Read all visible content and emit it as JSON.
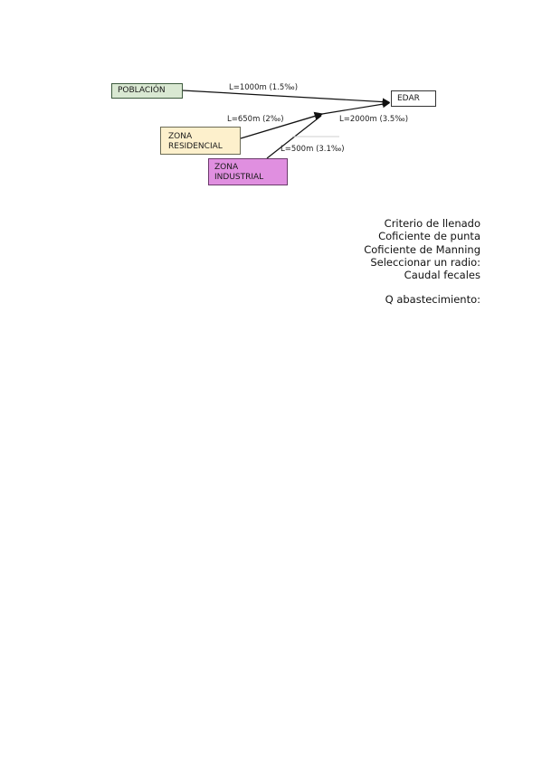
{
  "diagram": {
    "nodes": {
      "poblacion": "POBLACIÓN",
      "edar": "EDAR",
      "residencial": "ZONA\nRESIDENCIAL",
      "industrial": "ZONA\nINDUSTRIAL"
    },
    "edges": {
      "poblacion_edar": "L=1000m (1.5‰)",
      "residencial": "L=650m (2‰)",
      "junction_edar": "L=2000m (3.5‰)",
      "industrial": "L=500m (3.1‰)"
    }
  },
  "params": {
    "criterio": "Criterio de llenado",
    "coef_punta": "Coficiente de punta",
    "coef_manning": "Coficiente de Manning",
    "radio": "Seleccionar un radio:",
    "caudal": "Caudal fecales",
    "q_abast": "Q abastecimiento:"
  }
}
